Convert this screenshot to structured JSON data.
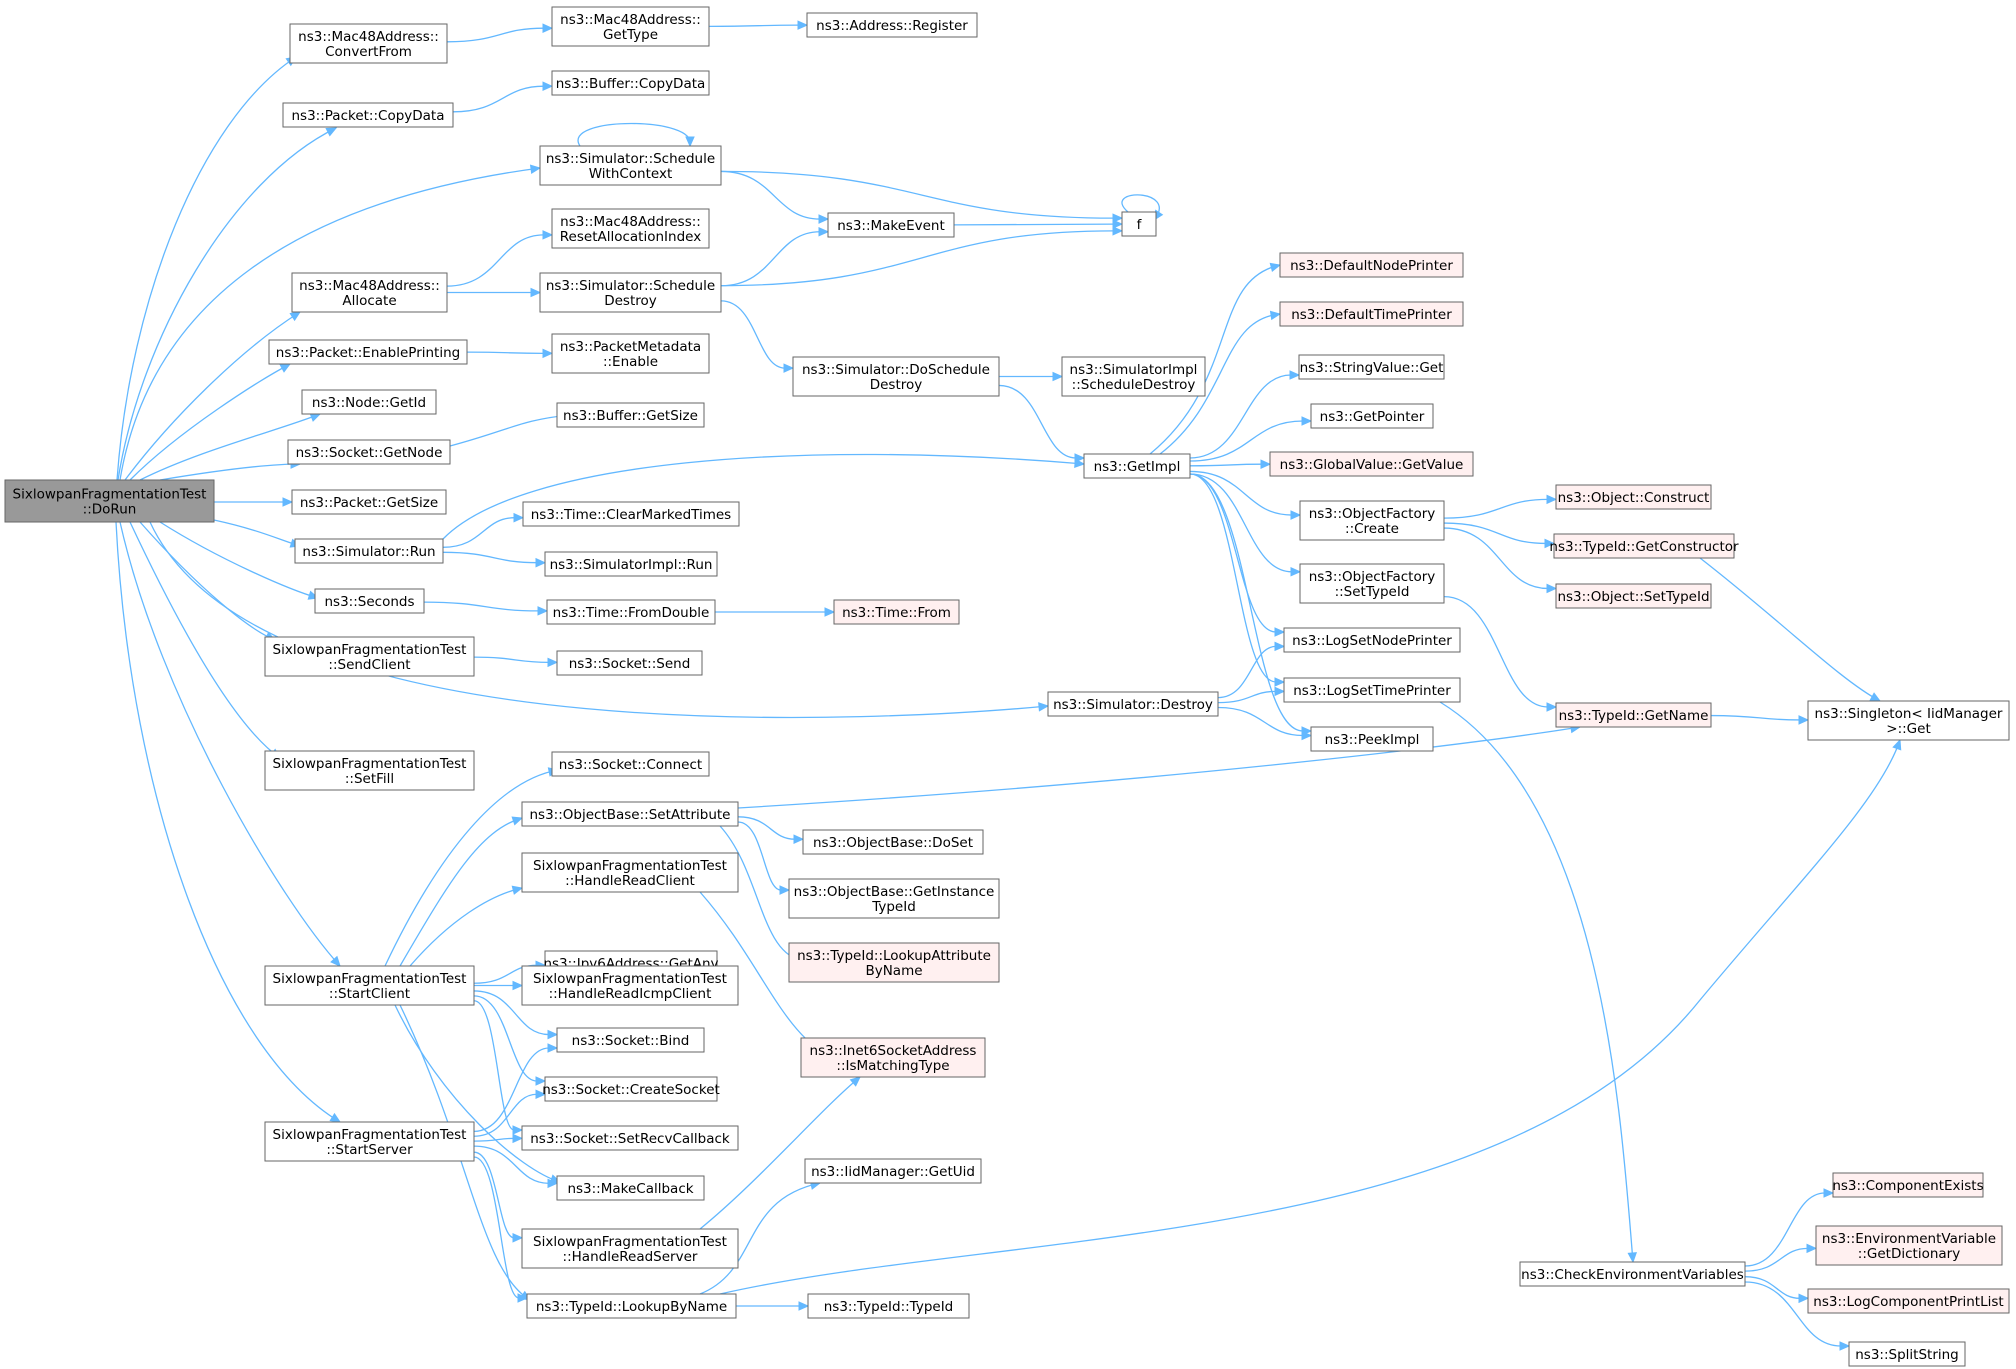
{
  "diagram": {
    "colors": {
      "root": "#999999",
      "normal": "#ffffff",
      "truncated": "#fff0f0",
      "edge": "#63b8ff",
      "border_normal": "#666666",
      "border_truncated": "#ff0000"
    },
    "nodes": [
      {
        "id": "root",
        "lines": [
          "SixlowpanFragmentationTest",
          "::DoRun"
        ],
        "style": "root"
      },
      {
        "id": "m48conv",
        "lines": [
          "ns3::Mac48Address::",
          "ConvertFrom"
        ]
      },
      {
        "id": "m48gettype",
        "lines": [
          "ns3::Mac48Address::",
          "GetType"
        ]
      },
      {
        "id": "addrreg",
        "lines": [
          "ns3::Address::Register"
        ]
      },
      {
        "id": "pktcopy",
        "lines": [
          "ns3::Packet::CopyData"
        ]
      },
      {
        "id": "bufcopy",
        "lines": [
          "ns3::Buffer::CopyData"
        ]
      },
      {
        "id": "simschedctx",
        "lines": [
          "ns3::Simulator::Schedule",
          "WithContext"
        ]
      },
      {
        "id": "f",
        "lines": [
          "f"
        ]
      },
      {
        "id": "m48reset",
        "lines": [
          "ns3::Mac48Address::",
          "ResetAllocationIndex"
        ]
      },
      {
        "id": "makeevent",
        "lines": [
          "ns3::MakeEvent"
        ]
      },
      {
        "id": "m48alloc",
        "lines": [
          "ns3::Mac48Address::",
          "Allocate"
        ]
      },
      {
        "id": "simscheddestroy",
        "lines": [
          "ns3::Simulator::Schedule",
          "Destroy"
        ]
      },
      {
        "id": "pktenable",
        "lines": [
          "ns3::Packet::EnablePrinting"
        ]
      },
      {
        "id": "pktmetaenable",
        "lines": [
          "ns3::PacketMetadata",
          "::Enable"
        ]
      },
      {
        "id": "simdoschedule",
        "lines": [
          "ns3::Simulator::DoSchedule",
          "Destroy"
        ]
      },
      {
        "id": "simimplsched",
        "lines": [
          "ns3::SimulatorImpl",
          "::ScheduleDestroy"
        ]
      },
      {
        "id": "nodegetid",
        "lines": [
          "ns3::Node::GetId"
        ]
      },
      {
        "id": "sockgetnode",
        "lines": [
          "ns3::Socket::GetNode"
        ]
      },
      {
        "id": "bufgetsize",
        "lines": [
          "ns3::Buffer::GetSize"
        ]
      },
      {
        "id": "pktgetsize",
        "lines": [
          "ns3::Packet::GetSize"
        ]
      },
      {
        "id": "getimpl",
        "lines": [
          "ns3::GetImpl"
        ]
      },
      {
        "id": "simrun",
        "lines": [
          "ns3::Simulator::Run"
        ]
      },
      {
        "id": "timeclear",
        "lines": [
          "ns3::Time::ClearMarkedTimes"
        ]
      },
      {
        "id": "simimplrun",
        "lines": [
          "ns3::SimulatorImpl::Run"
        ]
      },
      {
        "id": "seconds",
        "lines": [
          "ns3::Seconds"
        ]
      },
      {
        "id": "timefromdouble",
        "lines": [
          "ns3::Time::FromDouble"
        ]
      },
      {
        "id": "timefrom",
        "lines": [
          "ns3::Time::From"
        ],
        "style": "truncated"
      },
      {
        "id": "sendclient",
        "lines": [
          "SixlowpanFragmentationTest",
          "::SendClient"
        ]
      },
      {
        "id": "socksend",
        "lines": [
          "ns3::Socket::Send"
        ]
      },
      {
        "id": "simdestroy",
        "lines": [
          "ns3::Simulator::Destroy"
        ]
      },
      {
        "id": "setfill",
        "lines": [
          "SixlowpanFragmentationTest",
          "::SetFill"
        ]
      },
      {
        "id": "defnodeprinter",
        "lines": [
          "ns3::DefaultNodePrinter"
        ],
        "style": "truncated"
      },
      {
        "id": "deftimeprinter",
        "lines": [
          "ns3::DefaultTimePrinter"
        ],
        "style": "truncated"
      },
      {
        "id": "stringvalueget",
        "lines": [
          "ns3::StringValue::Get"
        ]
      },
      {
        "id": "getpointer",
        "lines": [
          "ns3::GetPointer"
        ]
      },
      {
        "id": "globalgetvalue",
        "lines": [
          "ns3::GlobalValue::GetValue"
        ],
        "style": "truncated"
      },
      {
        "id": "objfactcreate",
        "lines": [
          "ns3::ObjectFactory",
          "::Create"
        ]
      },
      {
        "id": "objfactsettype",
        "lines": [
          "ns3::ObjectFactory",
          "::SetTypeId"
        ]
      },
      {
        "id": "logsetnode",
        "lines": [
          "ns3::LogSetNodePrinter"
        ]
      },
      {
        "id": "logsettime",
        "lines": [
          "ns3::LogSetTimePrinter"
        ]
      },
      {
        "id": "peekimpl",
        "lines": [
          "ns3::PeekImpl"
        ]
      },
      {
        "id": "objconstruct",
        "lines": [
          "ns3::Object::Construct"
        ],
        "style": "truncated"
      },
      {
        "id": "typeidgetctor",
        "lines": [
          "ns3::TypeId::GetConstructor"
        ],
        "style": "truncated"
      },
      {
        "id": "objsettypeid",
        "lines": [
          "ns3::Object::SetTypeId"
        ],
        "style": "truncated"
      },
      {
        "id": "typeidgetname",
        "lines": [
          "ns3::TypeId::GetName"
        ],
        "style": "truncated"
      },
      {
        "id": "singletonget",
        "lines": [
          "ns3::Singleton< IidManager",
          ">::Get"
        ]
      },
      {
        "id": "sockconnect",
        "lines": [
          "ns3::Socket::Connect"
        ]
      },
      {
        "id": "objbasesetattr",
        "lines": [
          "ns3::ObjectBase::SetAttribute"
        ]
      },
      {
        "id": "objbasedoset",
        "lines": [
          "ns3::ObjectBase::DoSet"
        ]
      },
      {
        "id": "objbasegetinst",
        "lines": [
          "ns3::ObjectBase::GetInstance",
          "TypeId"
        ]
      },
      {
        "id": "handlereadclient",
        "lines": [
          "SixlowpanFragmentationTest",
          "::HandleReadClient"
        ]
      },
      {
        "id": "typeidlookupattr",
        "lines": [
          "ns3::TypeId::LookupAttribute",
          "ByName"
        ],
        "style": "truncated"
      },
      {
        "id": "ipv6getany",
        "lines": [
          "ns3::Ipv6Address::GetAny"
        ]
      },
      {
        "id": "startclient",
        "lines": [
          "SixlowpanFragmentationTest",
          "::StartClient"
        ]
      },
      {
        "id": "handlereadicmp",
        "lines": [
          "SixlowpanFragmentationTest",
          "::HandleReadIcmpClient"
        ]
      },
      {
        "id": "sockbind",
        "lines": [
          "ns3::Socket::Bind"
        ]
      },
      {
        "id": "inet6match",
        "lines": [
          "ns3::Inet6SocketAddress",
          "::IsMatchingType"
        ],
        "style": "truncated"
      },
      {
        "id": "sockcreate",
        "lines": [
          "ns3::Socket::CreateSocket"
        ]
      },
      {
        "id": "startserver",
        "lines": [
          "SixlowpanFragmentationTest",
          "::StartServer"
        ]
      },
      {
        "id": "socksetrecv",
        "lines": [
          "ns3::Socket::SetRecvCallback"
        ]
      },
      {
        "id": "makecallback",
        "lines": [
          "ns3::MakeCallback"
        ]
      },
      {
        "id": "iidgetuid",
        "lines": [
          "ns3::IidManager::GetUid"
        ]
      },
      {
        "id": "handlereadserver",
        "lines": [
          "SixlowpanFragmentationTest",
          "::HandleReadServer"
        ]
      },
      {
        "id": "typeidlookup",
        "lines": [
          "ns3::TypeId::LookupByName"
        ]
      },
      {
        "id": "typeidtypeid",
        "lines": [
          "ns3::TypeId::TypeId"
        ]
      },
      {
        "id": "componentexists",
        "lines": [
          "ns3::ComponentExists"
        ],
        "style": "truncated"
      },
      {
        "id": "envgetdict",
        "lines": [
          "ns3::EnvironmentVariable",
          "::GetDictionary"
        ],
        "style": "truncated"
      },
      {
        "id": "checkenv",
        "lines": [
          "ns3::CheckEnvironmentVariables"
        ]
      },
      {
        "id": "logcomplist",
        "lines": [
          "ns3::LogComponentPrintList"
        ],
        "style": "truncated"
      },
      {
        "id": "splitstring",
        "lines": [
          "ns3::SplitString"
        ]
      }
    ]
  }
}
